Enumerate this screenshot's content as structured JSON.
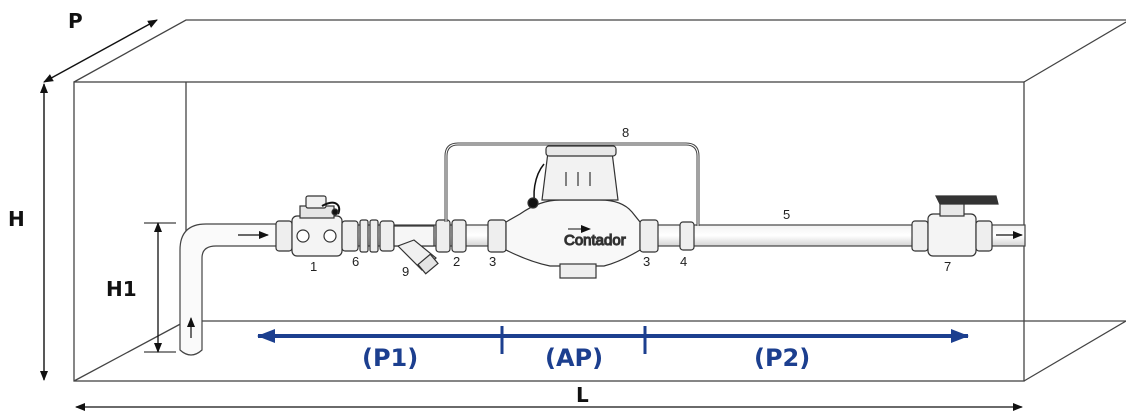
{
  "dimensions": {
    "p": "P",
    "h": "H",
    "h1": "H1",
    "l": "L"
  },
  "components": {
    "n1": "1",
    "n2": "2",
    "n3a": "3",
    "n3b": "3",
    "n4": "4",
    "n5": "5",
    "n6": "6",
    "n7": "7",
    "n8": "8",
    "n9": "9"
  },
  "meter_label": "Contador",
  "sections": {
    "p1": "(P1)",
    "ap": "(AP)",
    "p2": "(P2)"
  },
  "colors": {
    "section_arrow": "#1c3f8f",
    "line": "#333333"
  }
}
